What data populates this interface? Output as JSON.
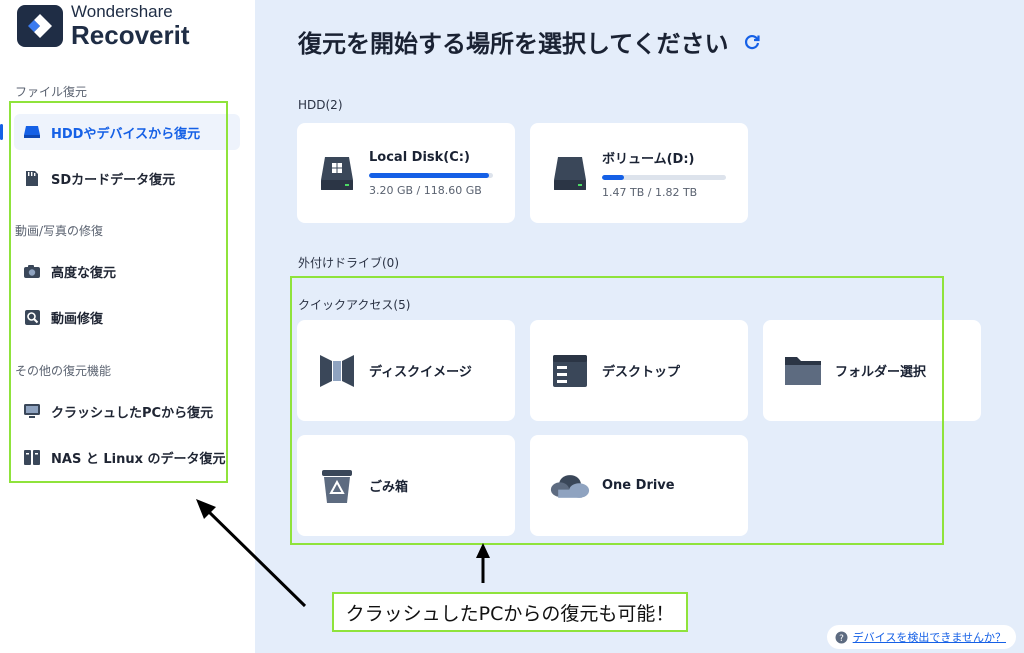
{
  "app": {
    "brand": "Wondershare",
    "product": "Recoverit"
  },
  "sidebar": {
    "sections": [
      {
        "title": "ファイル復元",
        "items": [
          {
            "label": "HDDやデバイスから復元",
            "icon": "hdd-icon",
            "active": true
          },
          {
            "label": "SDカードデータ復元",
            "icon": "sd-card-icon",
            "active": false
          }
        ]
      },
      {
        "title": "動画/写真の修復",
        "items": [
          {
            "label": "高度な復元",
            "icon": "camera-icon",
            "active": false
          },
          {
            "label": "動画修復",
            "icon": "video-repair-icon",
            "active": false
          }
        ]
      },
      {
        "title": "その他の復元機能",
        "items": [
          {
            "label": "クラッシュしたPCから復元",
            "icon": "monitor-icon",
            "active": false
          },
          {
            "label": "NAS と Linux のデータ復元",
            "icon": "nas-icon",
            "active": false
          }
        ]
      }
    ]
  },
  "main": {
    "title": "復元を開始する場所を選択してください",
    "hdd": {
      "label": "HDD(2)",
      "disks": [
        {
          "name": "Local Disk(C:)",
          "size": "3.20 GB / 118.60 GB",
          "usage": 0.97,
          "icon": "windows-disk-icon"
        },
        {
          "name": "ボリューム(D:)",
          "size": "1.47 TB / 1.82 TB",
          "usage": 0.18,
          "icon": "disk-icon"
        }
      ]
    },
    "external": {
      "label": "外付けドライブ(0)"
    },
    "quick": {
      "label": "クイックアクセス(5)",
      "items": [
        {
          "label": "ディスクイメージ",
          "icon": "disk-image-icon"
        },
        {
          "label": "デスクトップ",
          "icon": "desktop-icon"
        },
        {
          "label": "フォルダー選択",
          "icon": "folder-icon"
        },
        {
          "label": "ごみ箱",
          "icon": "trash-icon"
        },
        {
          "label": "One Drive",
          "icon": "onedrive-icon"
        }
      ]
    },
    "help": "デバイスを検出できませんか？"
  },
  "annotation": {
    "caption": "クラッシュしたPCからの復元も可能！",
    "color": "#8fe33b"
  },
  "colors": {
    "accent": "#1560e6",
    "main_bg": "#e4edfa",
    "icon_dark": "#3a4759"
  }
}
